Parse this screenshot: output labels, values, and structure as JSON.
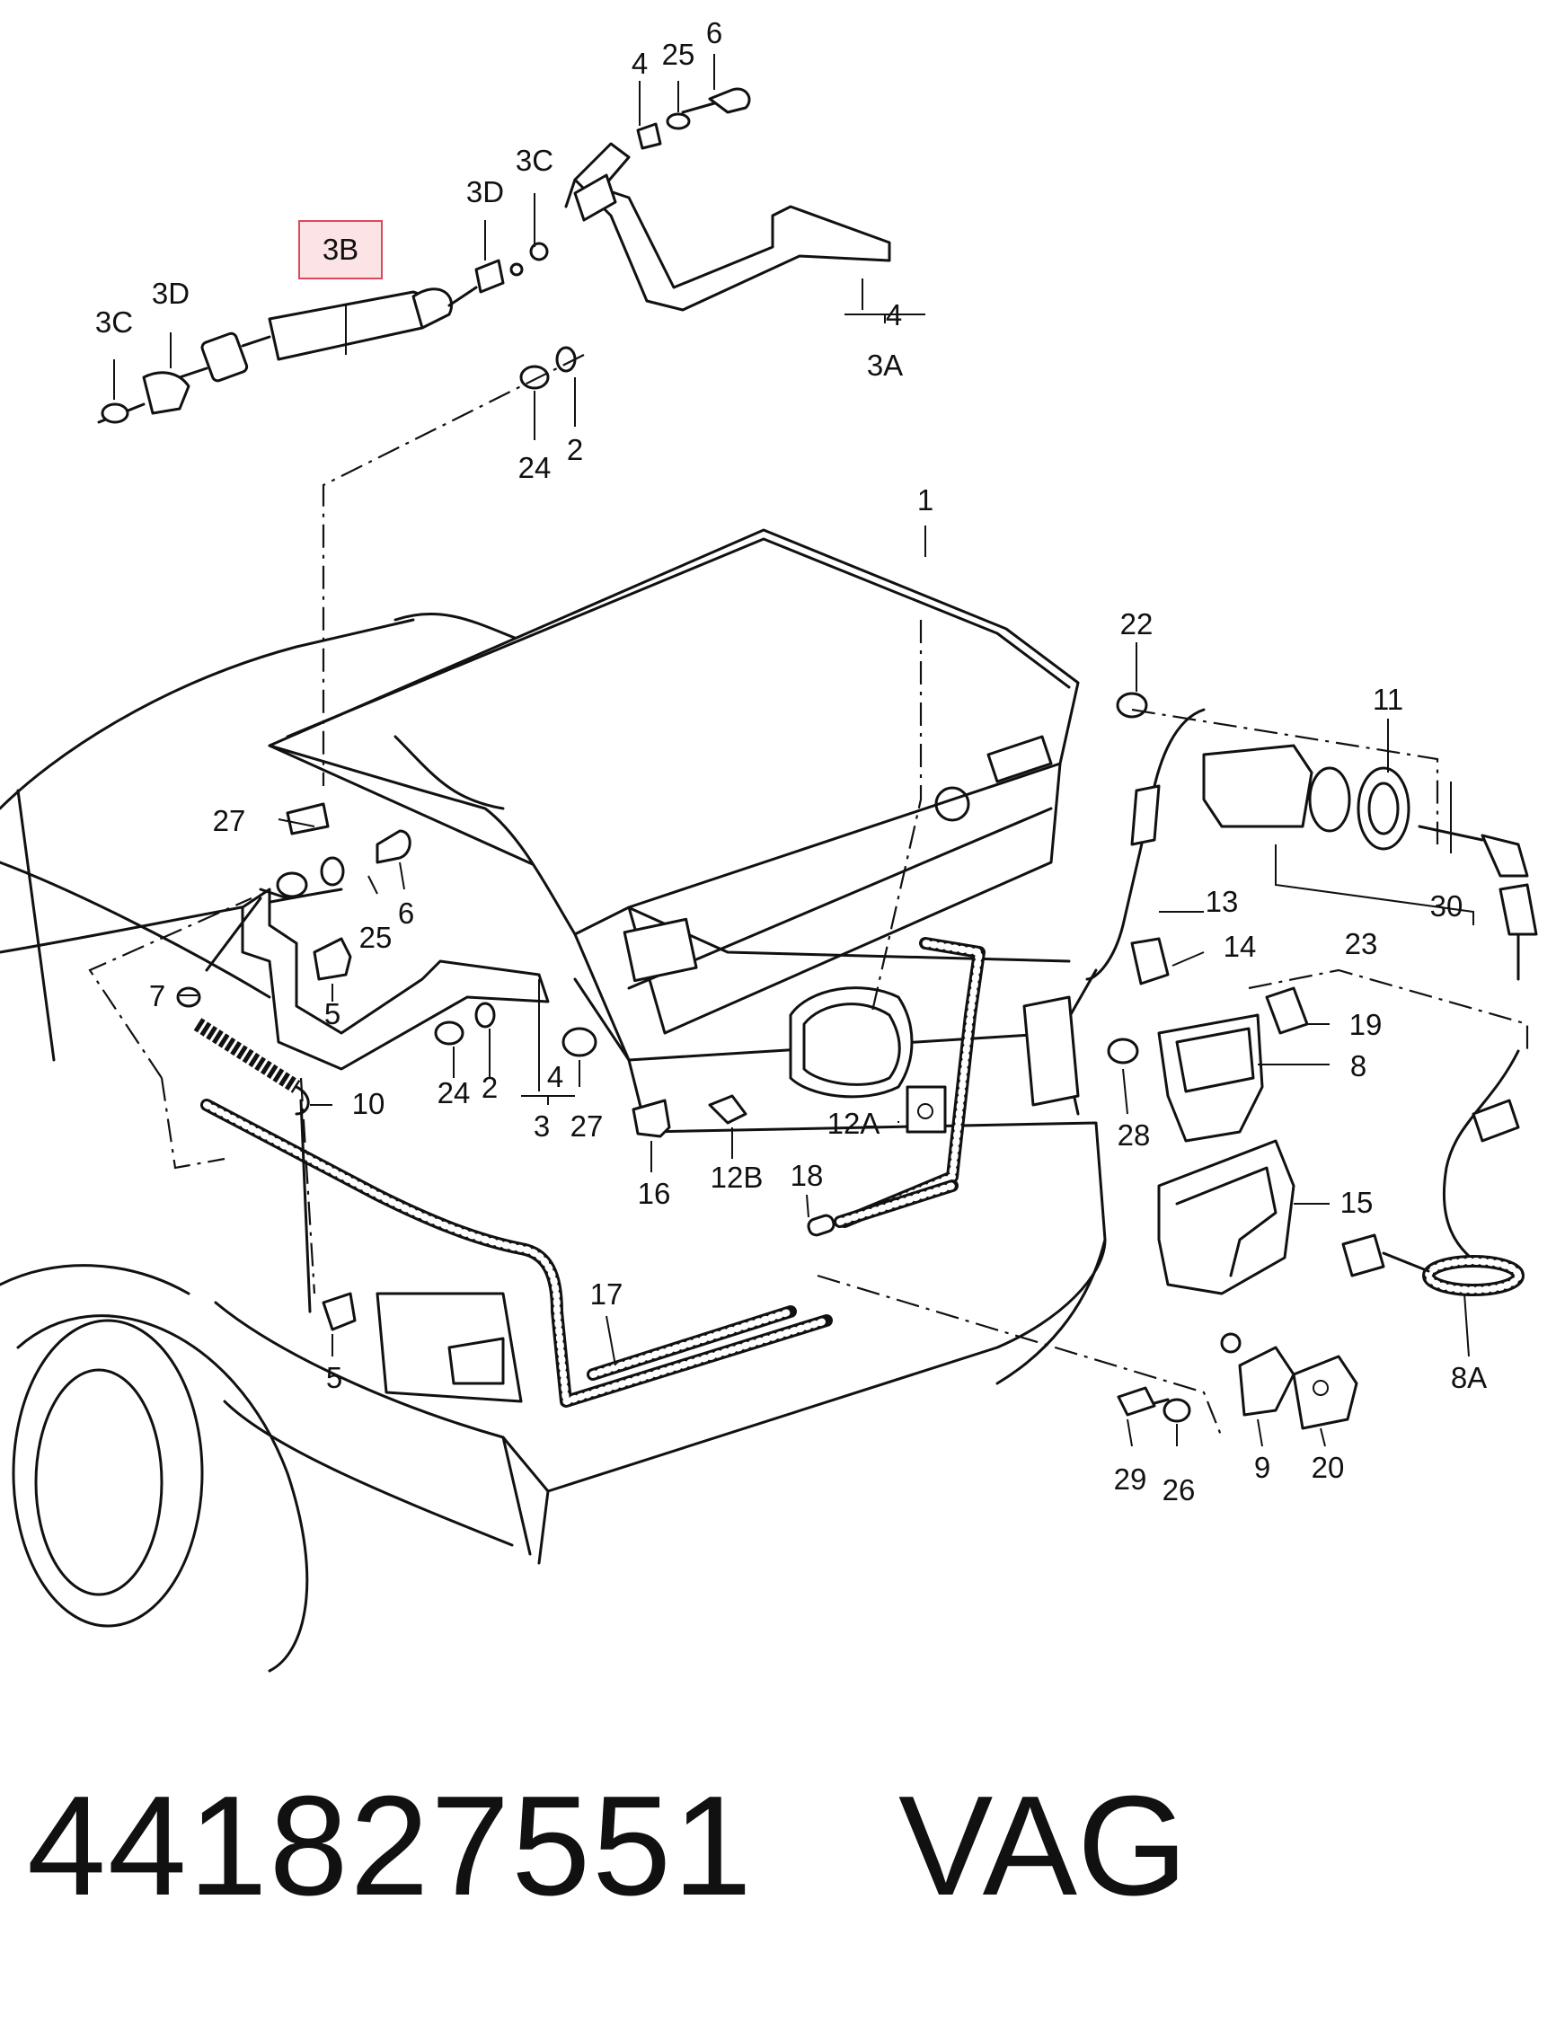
{
  "diagram": {
    "highlighted_label": "3B",
    "labels": {
      "l1": "1",
      "l2a": "2",
      "l2b": "2",
      "l3": "3",
      "l3a": "3A",
      "l3b": "3B",
      "l3c_a": "3C",
      "l3c_b": "3C",
      "l3d_a": "3D",
      "l3d_b": "3D",
      "l4a": "4",
      "l4b": "4",
      "l4c": "4",
      "l5a": "5",
      "l5b": "5",
      "l6a": "6",
      "l6b": "6",
      "l7": "7",
      "l8": "8",
      "l8a": "8A",
      "l9": "9",
      "l10": "10",
      "l11": "11",
      "l12a": "12A",
      "l12b": "12B",
      "l13": "13",
      "l14": "14",
      "l15": "15",
      "l16": "16",
      "l17": "17",
      "l18": "18",
      "l19": "19",
      "l20": "20",
      "l22": "22",
      "l23": "23",
      "l24a": "24",
      "l24b": "24",
      "l25a": "25",
      "l25b": "25",
      "l26": "26",
      "l27a": "27",
      "l27b": "27",
      "l28": "28",
      "l29": "29",
      "l30": "30"
    }
  },
  "footer": {
    "part_number": "441827551",
    "brand": "VAG"
  },
  "colors": {
    "highlight_fill": "#fbe3e6",
    "highlight_border": "#d94a5c",
    "ink": "#111111"
  }
}
